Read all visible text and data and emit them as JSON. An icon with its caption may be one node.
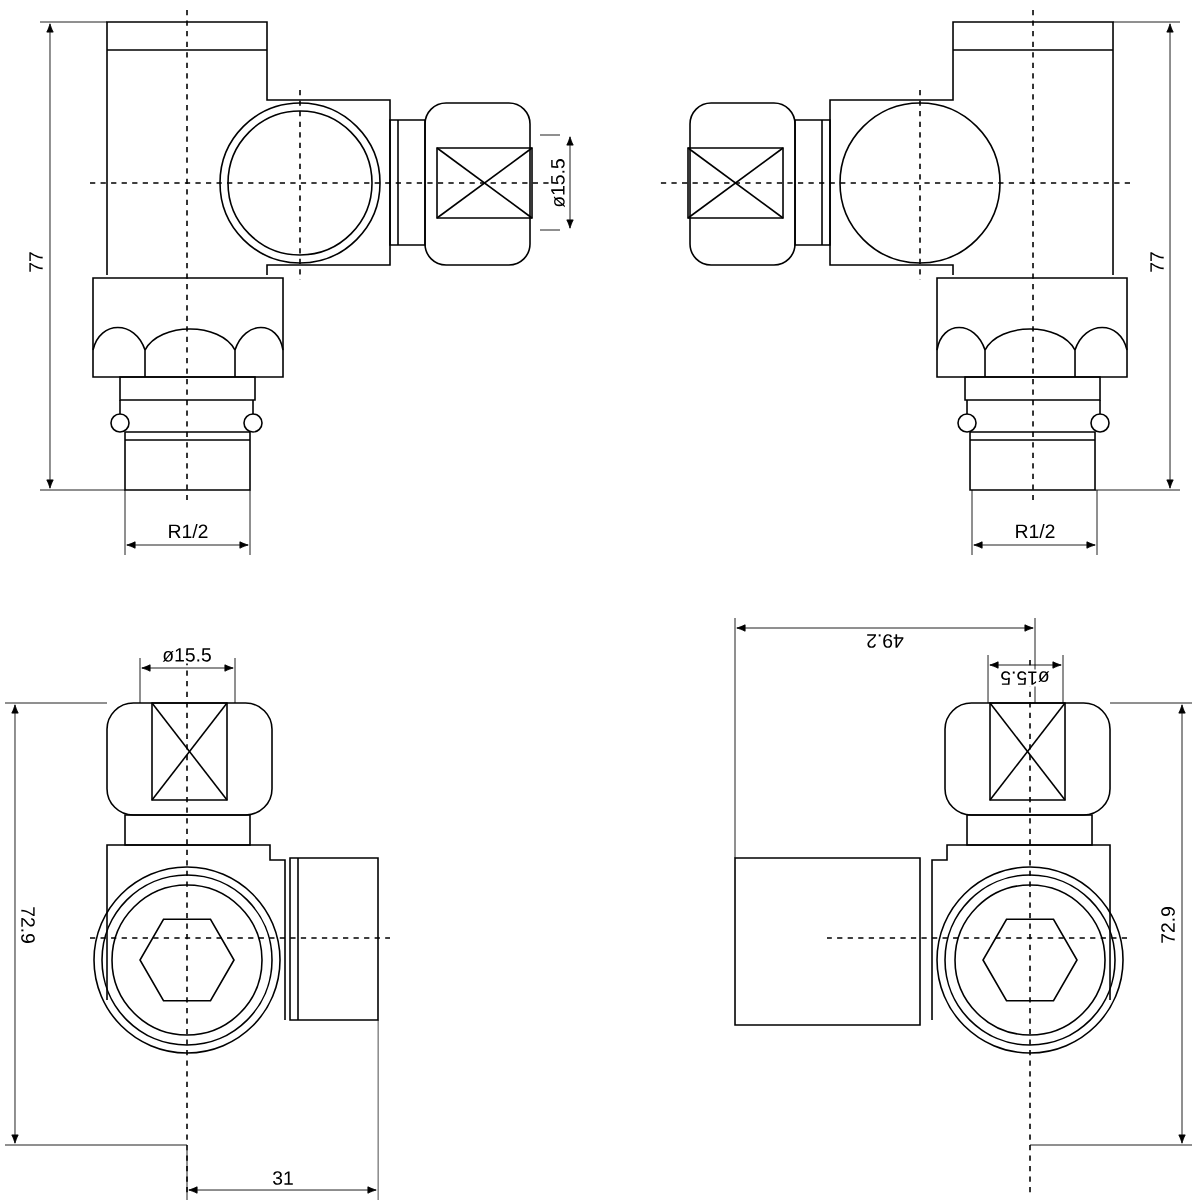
{
  "diagram": {
    "labels": [
      "77",
      "ø15.5",
      "77",
      "R1/2",
      "R1/2",
      "49.2",
      "ø15.5",
      "ø15.5",
      "72.9",
      "72.9",
      "31"
    ]
  }
}
